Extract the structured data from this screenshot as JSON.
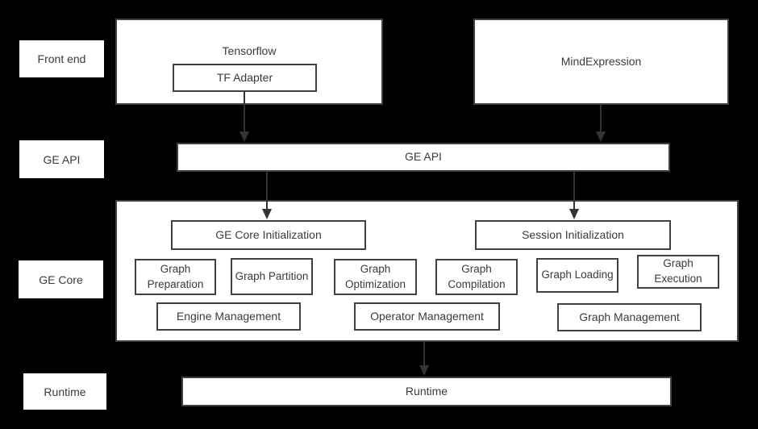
{
  "colors": {
    "background": "#000000",
    "box_fill": "#ffffff",
    "box_border": "#404040",
    "text": "#3b3b3b",
    "arrow": "#333333"
  },
  "layer_labels": {
    "front_end": "Front end",
    "ge_api": "GE API",
    "ge_core": "GE Core",
    "runtime": "Runtime"
  },
  "nodes": {
    "tensorflow": "Tensorflow",
    "tf_adapter": "TF Adapter",
    "mind_expression": "MindExpression",
    "ge_api": "GE API",
    "ge_core_initialization": "GE Core Initialization",
    "session_initialization": "Session Initialization",
    "graph_preparation": "Graph Preparation",
    "graph_partition": "Graph Partition",
    "graph_optimization": "Graph Optimization",
    "graph_compilation": "Graph Compilation",
    "graph_loading": "Graph Loading",
    "graph_execution": "Graph Execution",
    "engine_management": "Engine Management",
    "operator_management": "Operator Management",
    "graph_management": "Graph Management",
    "runtime": "Runtime"
  }
}
